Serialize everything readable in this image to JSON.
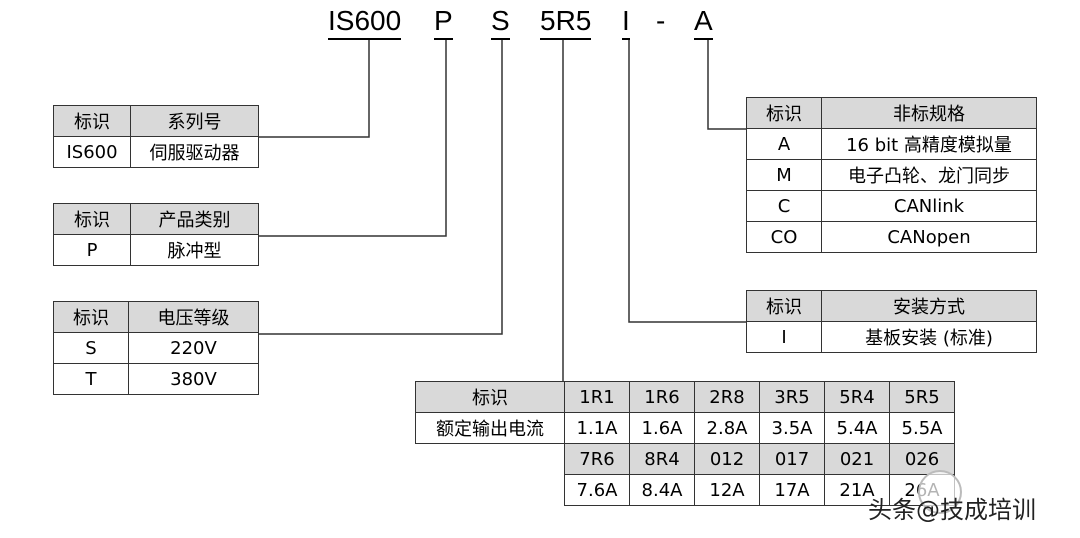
{
  "model_code": {
    "series": "IS600",
    "type": "P",
    "voltage": "S",
    "current": "5R5",
    "install": "I",
    "separator": "-",
    "nonstandard": "A"
  },
  "series_table": {
    "headers": [
      "标识",
      "系列号"
    ],
    "rows": [
      [
        "IS600",
        "伺服驱动器"
      ]
    ]
  },
  "type_table": {
    "headers": [
      "标识",
      "产品类别"
    ],
    "rows": [
      [
        "P",
        "脉冲型"
      ]
    ]
  },
  "voltage_table": {
    "headers": [
      "标识",
      "电压等级"
    ],
    "rows": [
      [
        "S",
        "220V"
      ],
      [
        "T",
        "380V"
      ]
    ]
  },
  "nonstandard_table": {
    "headers": [
      "标识",
      "非标规格"
    ],
    "rows": [
      [
        "A",
        "16 bit 高精度模拟量"
      ],
      [
        "M",
        "电子凸轮、龙门同步"
      ],
      [
        "C",
        "CANlink"
      ],
      [
        "CO",
        "CANopen"
      ]
    ]
  },
  "install_table": {
    "headers": [
      "标识",
      "安装方式"
    ],
    "rows": [
      [
        "I",
        "基板安装 (标准)"
      ]
    ]
  },
  "current_table": {
    "row1_label": "标识",
    "row2_label": "额定输出电流",
    "codes1": [
      "1R1",
      "1R6",
      "2R8",
      "3R5",
      "5R4",
      "5R5"
    ],
    "values1": [
      "1.1A",
      "1.6A",
      "2.8A",
      "3.5A",
      "5.4A",
      "5.5A"
    ],
    "codes2": [
      "7R6",
      "8R4",
      "012",
      "017",
      "021",
      "026"
    ],
    "values2": [
      "7.6A",
      "8.4A",
      "12A",
      "17A",
      "21A",
      "26A"
    ]
  },
  "watermark": "头条@技成培训"
}
